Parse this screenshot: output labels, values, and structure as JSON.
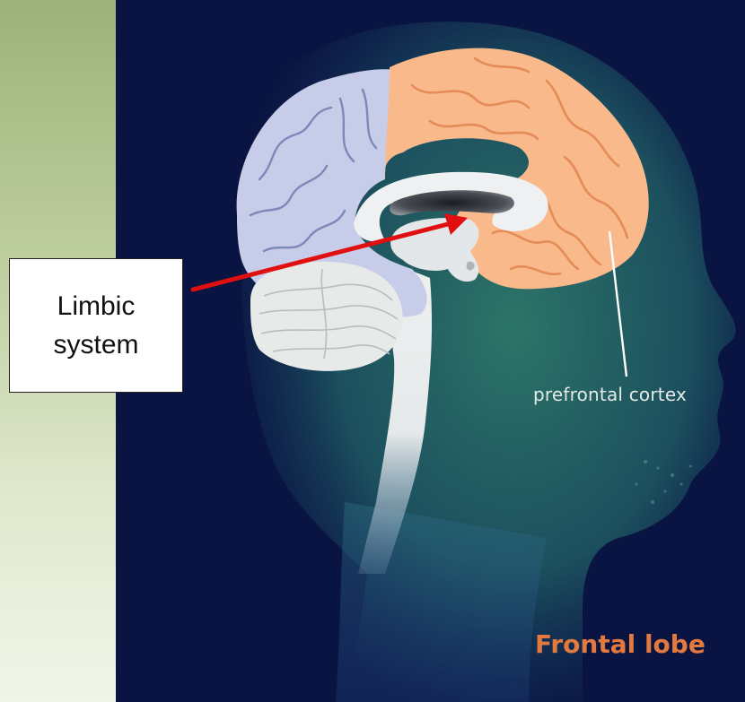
{
  "labels": {
    "limbic_line1": "Limbic",
    "limbic_line2": "system",
    "prefrontal": "prefrontal cortex",
    "frontal_lobe": "Frontal lobe"
  },
  "colors": {
    "panel_background": "#0a1442",
    "prefrontal_orange": "#f9b98a",
    "parietal_lavender": "#c7cde9",
    "cerebellum_gray": "#e8eaea",
    "arrow_red": "#e01010",
    "frontal_lobe_text": "#e2793e",
    "slide_green": "#9db27a"
  },
  "icons": {
    "arrow": "red-arrow-icon",
    "pointer_line": "white-pointer-line"
  }
}
